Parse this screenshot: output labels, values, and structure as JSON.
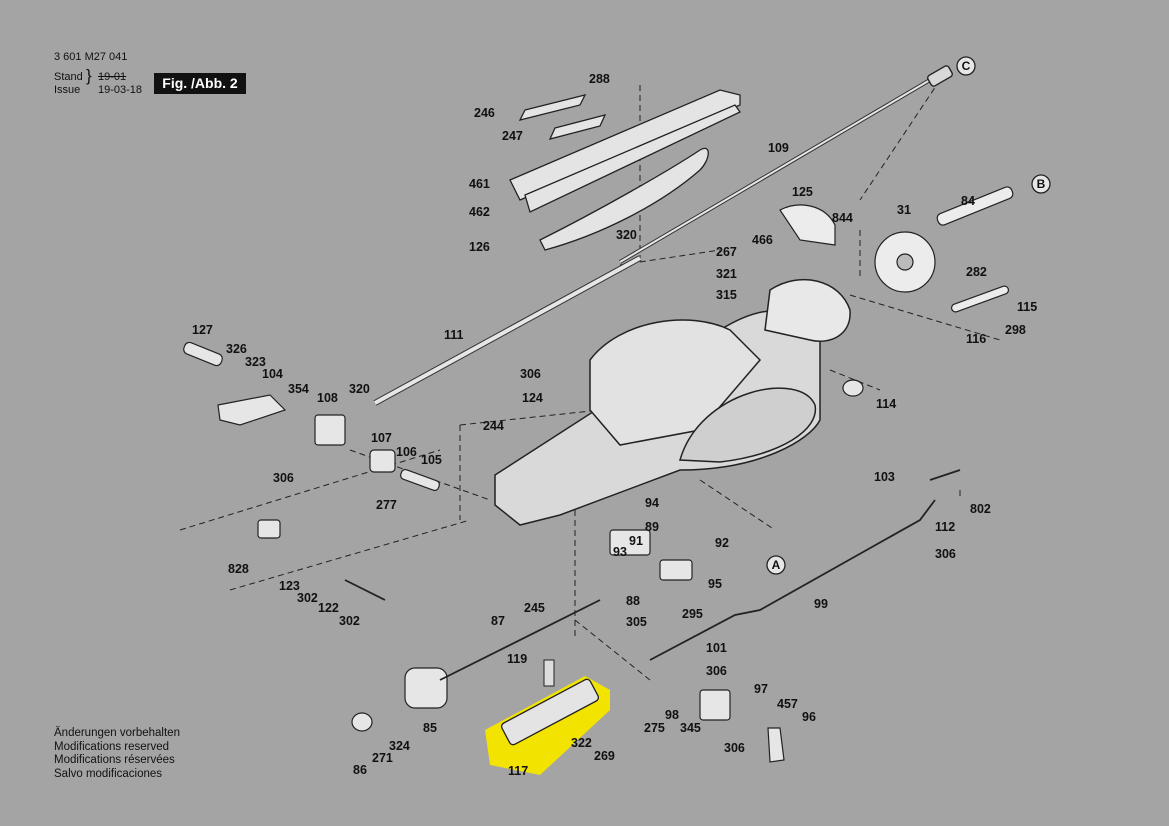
{
  "header": {
    "doc_number": "3 601 M27 041",
    "stand_label": "Stand",
    "issue_label": "Issue",
    "old_date": "19-01",
    "issue_date": "19-03-18",
    "figure": "Fig. /Abb. 2"
  },
  "notes": [
    "Änderungen vorbehalten",
    "Modifications reserved",
    "Modifications réservées",
    "Salvo modificaciones"
  ],
  "refs": [
    "A",
    "B",
    "C"
  ],
  "highlight": {
    "part": "117",
    "color": "#f5e600"
  },
  "parts": [
    "288",
    "246",
    "247",
    "461",
    "462",
    "126",
    "109",
    "320",
    "125",
    "844",
    "466",
    "267",
    "321",
    "315",
    "31",
    "84",
    "282",
    "115",
    "298",
    "116",
    "114",
    "127",
    "326",
    "323",
    "104",
    "354",
    "108",
    "320",
    "111",
    "306",
    "124",
    "244",
    "107",
    "106",
    "105",
    "306",
    "277",
    "828",
    "123",
    "302",
    "122",
    "302",
    "87",
    "245",
    "94",
    "89",
    "92",
    "91",
    "93",
    "95",
    "88",
    "305",
    "295",
    "103",
    "802",
    "112",
    "306",
    "99",
    "101",
    "306",
    "119",
    "117",
    "322",
    "269",
    "85",
    "324",
    "271",
    "86",
    "97",
    "457",
    "98",
    "345",
    "275",
    "96",
    "306"
  ]
}
